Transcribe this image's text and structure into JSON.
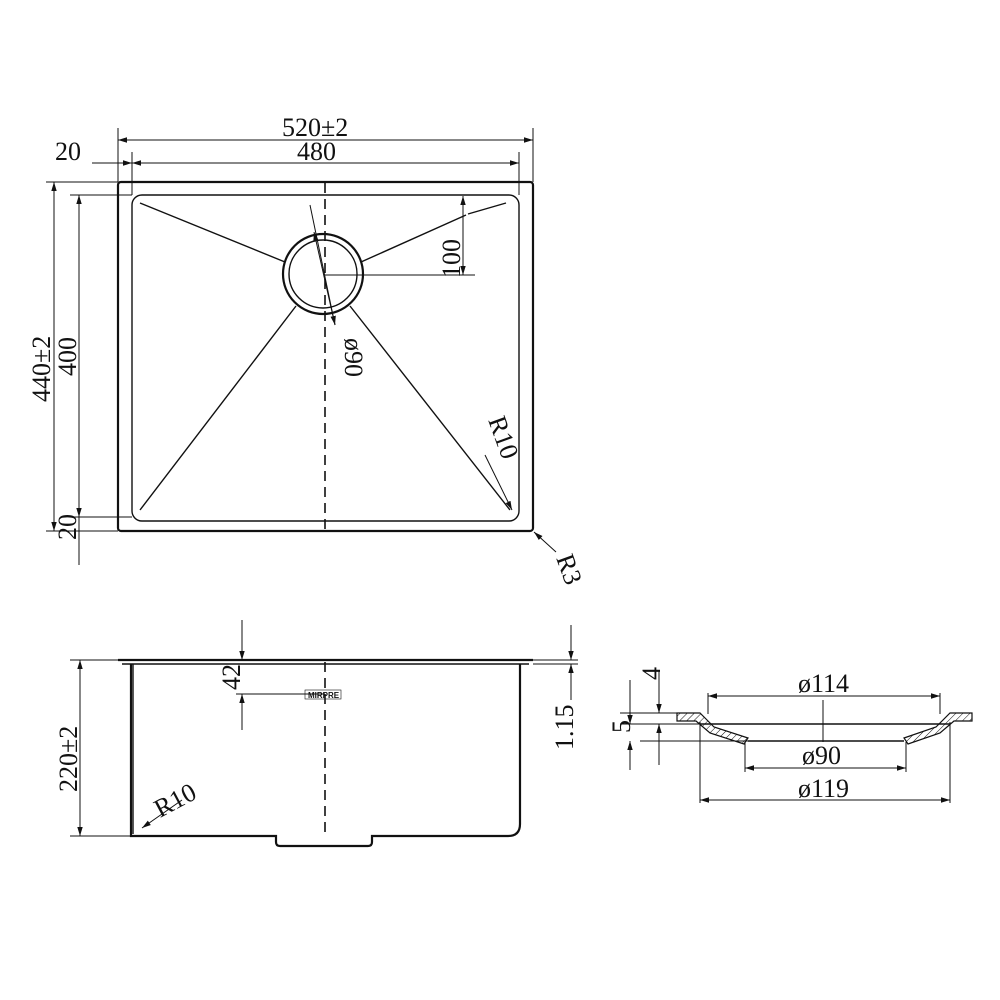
{
  "top_view": {
    "overall_width": "520±2",
    "inner_width": "480",
    "rim_left": "20",
    "overall_depth": "440±2",
    "inner_depth": "400",
    "rim_bottom": "20",
    "drain_offset": "100",
    "drain_diameter": "ø90",
    "inner_radius": "R10",
    "outer_radius": "R3"
  },
  "side_view": {
    "height": "220±2",
    "flange_depth": "42",
    "thickness": "1.15",
    "corner_radius": "R10",
    "logo_text": "MIRPRE"
  },
  "drain_section": {
    "top_diameter": "ø114",
    "inner_diameter": "ø90",
    "outer_diameter": "ø119",
    "dim_4": "4",
    "dim_5": "5"
  }
}
